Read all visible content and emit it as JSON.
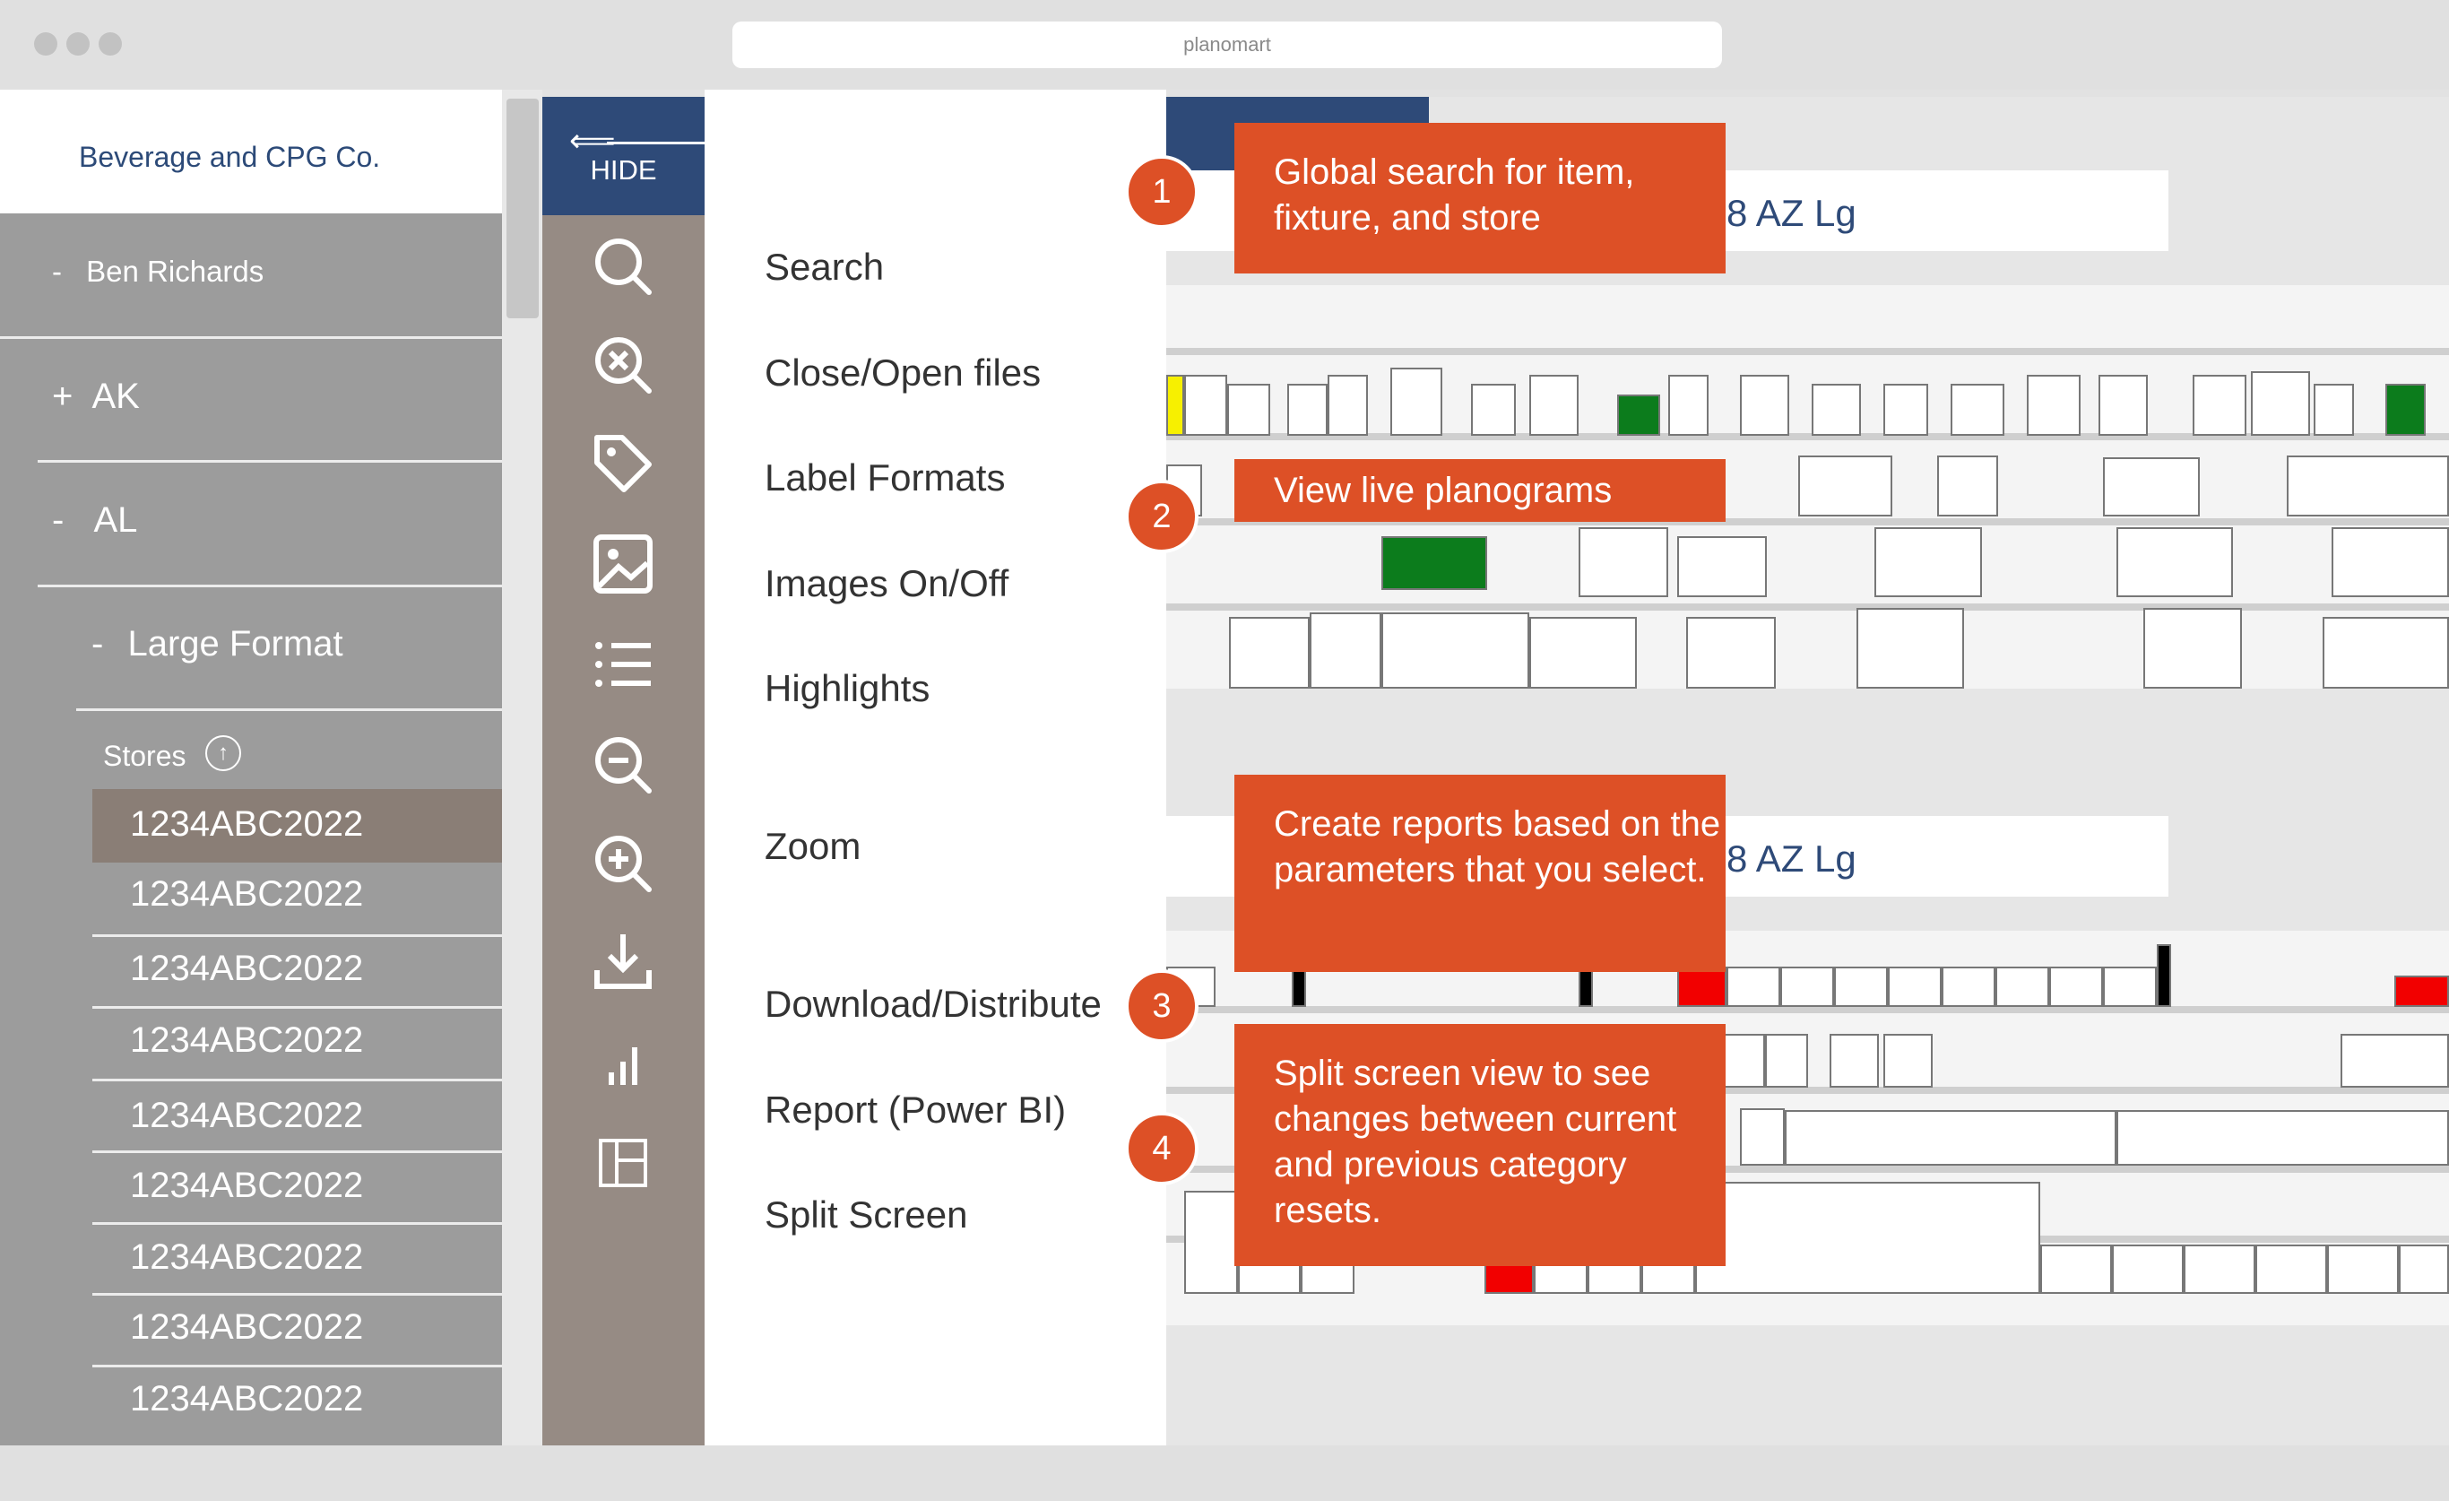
{
  "browser": {
    "url": "planomart"
  },
  "sidebar": {
    "company": "Beverage and CPG Co.",
    "user": {
      "toggle": "-",
      "label": "Ben Richards"
    },
    "regions": [
      {
        "toggle": "+",
        "label": "AK"
      },
      {
        "toggle": "-",
        "label": "AL"
      }
    ],
    "format": {
      "toggle": "-",
      "label": "Large Format"
    },
    "stores_label": "Stores",
    "stores": [
      "1234ABC2022",
      "1234ABC2022",
      "1234ABC2022",
      "1234ABC2022",
      "1234ABC2022",
      "1234ABC2022",
      "1234ABC2022",
      "1234ABC2022",
      "1234ABC2022"
    ]
  },
  "toolbar": {
    "hide_label": "HIDE",
    "tools": [
      "Search",
      "Close/Open files",
      "Label Formats",
      "Images On/Off",
      "Highlights",
      "Zoom",
      "Download/Distribute",
      "Report (Power BI)",
      "Split Screen"
    ]
  },
  "planogram": {
    "top_title": "8 AZ Lg",
    "bottom_title": "8 AZ Lg"
  },
  "callouts": [
    {
      "number": "1",
      "text": "Global search for item, fixture, and store"
    },
    {
      "number": "2",
      "text": "View live planograms"
    },
    {
      "number": "3",
      "text": "Create reports based on the parameters that you select."
    },
    {
      "number": "4",
      "text": "Split screen view to see changes between current and previous category resets."
    }
  ],
  "colors": {
    "accent": "#dd5026",
    "brand_blue": "#2e4a78",
    "toolbar": "#968b84",
    "sidebar": "#9c9c9c"
  }
}
